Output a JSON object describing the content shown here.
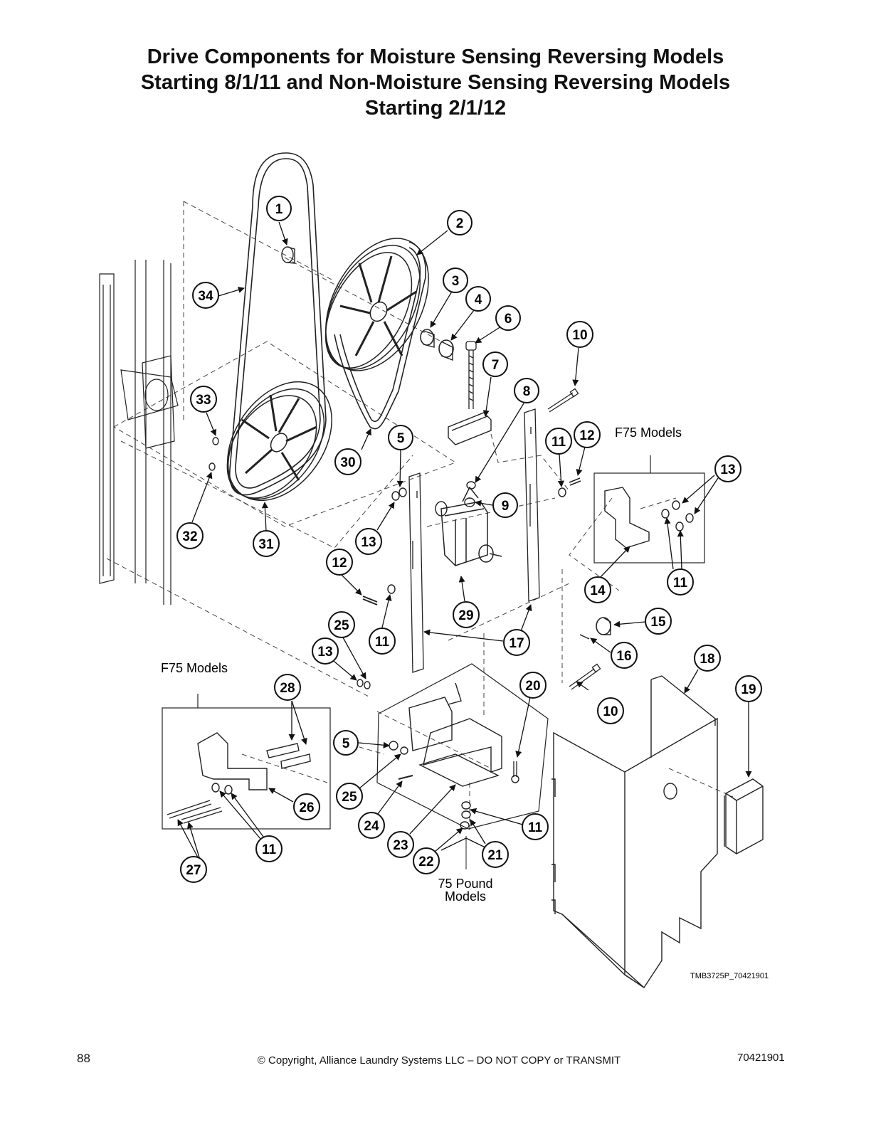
{
  "title_lines": [
    "Drive Components for Moisture Sensing Reversing Models",
    "Starting 8/1/11 and Non-Moisture Sensing Reversing Models",
    "Starting 2/1/12"
  ],
  "callouts": [
    {
      "label": "1"
    },
    {
      "label": "2"
    },
    {
      "label": "3"
    },
    {
      "label": "4"
    },
    {
      "label": "6"
    },
    {
      "label": "10"
    },
    {
      "label": "7"
    },
    {
      "label": "8"
    },
    {
      "label": "34"
    },
    {
      "label": "33"
    },
    {
      "label": "5"
    },
    {
      "label": "11"
    },
    {
      "label": "12"
    },
    {
      "label": "30"
    },
    {
      "label": "13"
    },
    {
      "label": "9"
    },
    {
      "label": "32"
    },
    {
      "label": "31"
    },
    {
      "label": "13"
    },
    {
      "label": "12"
    },
    {
      "label": "14"
    },
    {
      "label": "11"
    },
    {
      "label": "29"
    },
    {
      "label": "15"
    },
    {
      "label": "25"
    },
    {
      "label": "11"
    },
    {
      "label": "17"
    },
    {
      "label": "16"
    },
    {
      "label": "13"
    },
    {
      "label": "18"
    },
    {
      "label": "28"
    },
    {
      "label": "20"
    },
    {
      "label": "19"
    },
    {
      "label": "10"
    },
    {
      "label": "5"
    },
    {
      "label": "26"
    },
    {
      "label": "25"
    },
    {
      "label": "24"
    },
    {
      "label": "11"
    },
    {
      "label": "23"
    },
    {
      "label": "21"
    },
    {
      "label": "11"
    },
    {
      "label": "22"
    },
    {
      "label": "27"
    }
  ],
  "group_labels": {
    "f75_models_right": "F75 Models",
    "f75_models_left": "F75 Models",
    "pound_models_line1": "75 Pound",
    "pound_models_line2": "Models"
  },
  "figure_code": "TMB3725P_70421901",
  "footer": {
    "page_number": "88",
    "copyright": "© Copyright, Alliance Laundry Systems LLC – DO NOT COPY or TRANSMIT",
    "document_number": "70421901"
  }
}
